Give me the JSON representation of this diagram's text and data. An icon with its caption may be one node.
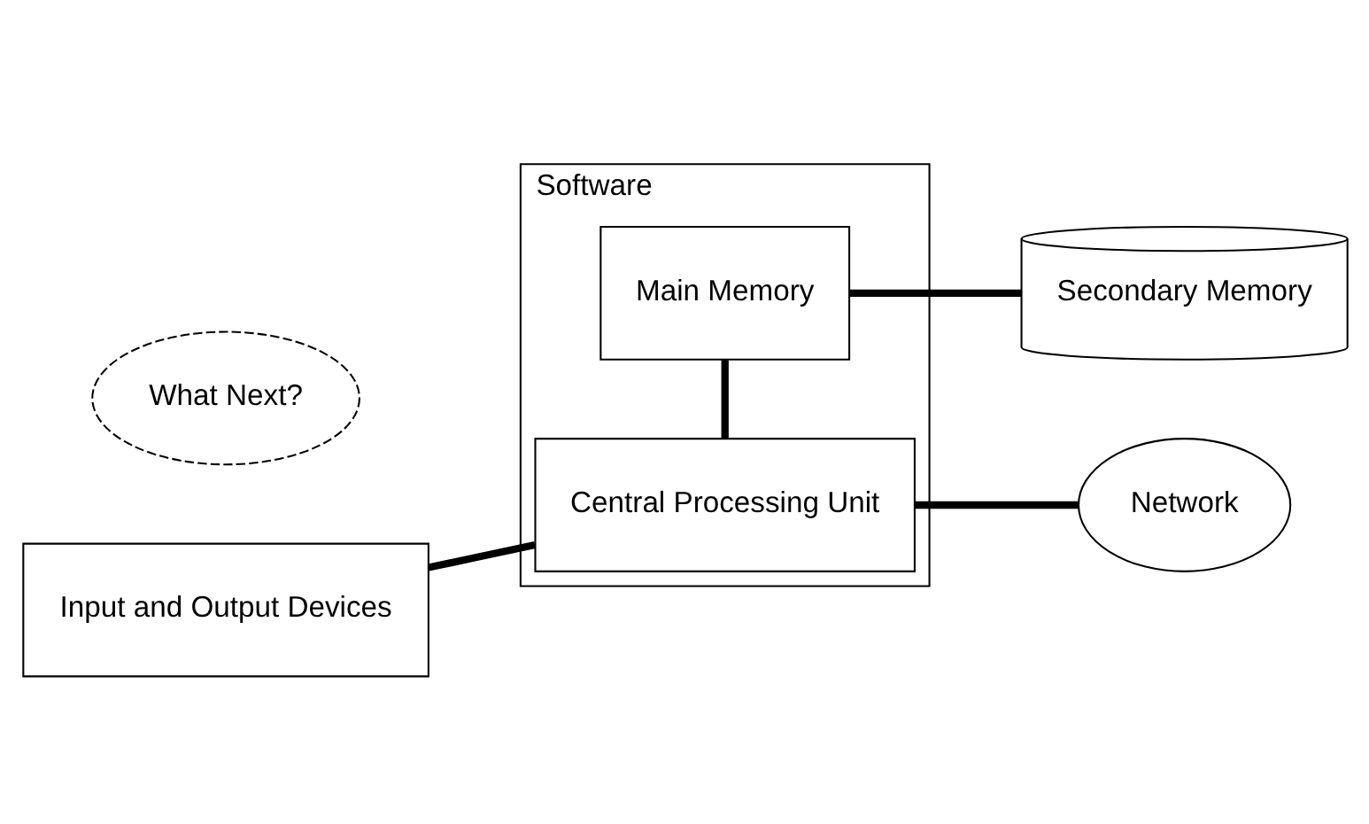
{
  "diagram": {
    "nodes": [
      {
        "text": [
          "Software"
        ]
      },
      {
        "text": [
          "What Next?"
        ]
      },
      {
        "text": [
          "Input and Output Devices"
        ]
      },
      {
        "text": [
          "Central Processing Unit"
        ],
        "in": 0
      },
      {
        "text": [
          "Network"
        ]
      },
      {
        "text": [
          "Main Memory"
        ],
        "in": 0
      },
      {
        "text": [
          "Secondary Memory"
        ]
      }
    ],
    "edges": [
      {
        "from": 2,
        "to": 3,
        "arrow": "none"
      },
      {
        "from": 3,
        "to": 4,
        "arrow": "none"
      },
      {
        "from": 3,
        "to": 5,
        "arrow": "none"
      },
      {
        "from": 5,
        "to": 6,
        "arrow": "none"
      }
    ]
  }
}
